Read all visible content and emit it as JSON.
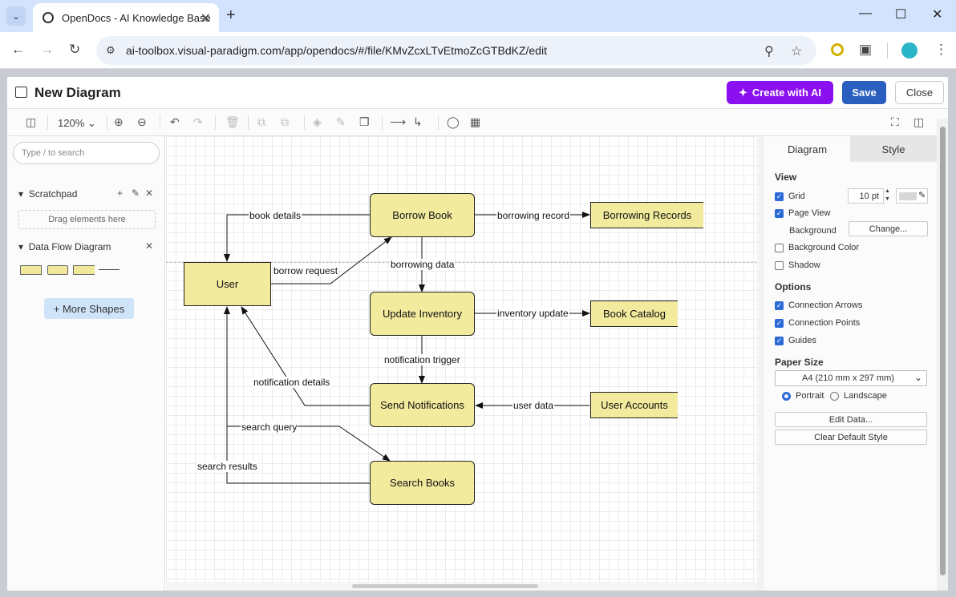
{
  "browser": {
    "tab_title": "OpenDocs - AI Knowledge Base",
    "url": "ai-toolbox.visual-paradigm.com/app/opendocs/#/file/KMvZcxLTvEtmoZcGTBdKZ/edit"
  },
  "app": {
    "title": "New Diagram",
    "create_ai_label": "Create with AI",
    "save_label": "Save",
    "close_label": "Close"
  },
  "toolbar": {
    "zoom": "120%"
  },
  "left_panel": {
    "search_placeholder": "Type / to search",
    "scratchpad_label": "Scratchpad",
    "drop_hint": "Drag elements here",
    "library_label": "Data Flow Diagram",
    "more_shapes_label": "+ More Shapes"
  },
  "diagram": {
    "nodes": {
      "user": "User",
      "borrow_book": "Borrow Book",
      "update_inventory": "Update Inventory",
      "send_notifications": "Send Notifications",
      "search_books": "Search Books",
      "borrowing_records": "Borrowing Records",
      "book_catalog": "Book Catalog",
      "user_accounts": "User Accounts"
    },
    "edges": {
      "book_details": "book details",
      "borrow_request": "borrow request",
      "borrowing_record": "borrowing record",
      "borrowing_data": "borrowing data",
      "inventory_update": "inventory update",
      "notification_trigger": "notification trigger",
      "notification_details": "notification details",
      "user_data": "user data",
      "search_query": "search query",
      "search_results": "search results"
    }
  },
  "right_panel": {
    "tab_diagram": "Diagram",
    "tab_style": "Style",
    "view_label": "View",
    "grid_label": "Grid",
    "grid_size": "10 pt",
    "page_view_label": "Page View",
    "background_label": "Background",
    "change_label": "Change...",
    "bg_color_label": "Background Color",
    "shadow_label": "Shadow",
    "options_label": "Options",
    "conn_arrows_label": "Connection Arrows",
    "conn_points_label": "Connection Points",
    "guides_label": "Guides",
    "paper_size_label": "Paper Size",
    "paper_size_value": "A4 (210 mm x 297 mm)",
    "portrait_label": "Portrait",
    "landscape_label": "Landscape",
    "edit_data_label": "Edit Data...",
    "clear_style_label": "Clear Default Style"
  }
}
